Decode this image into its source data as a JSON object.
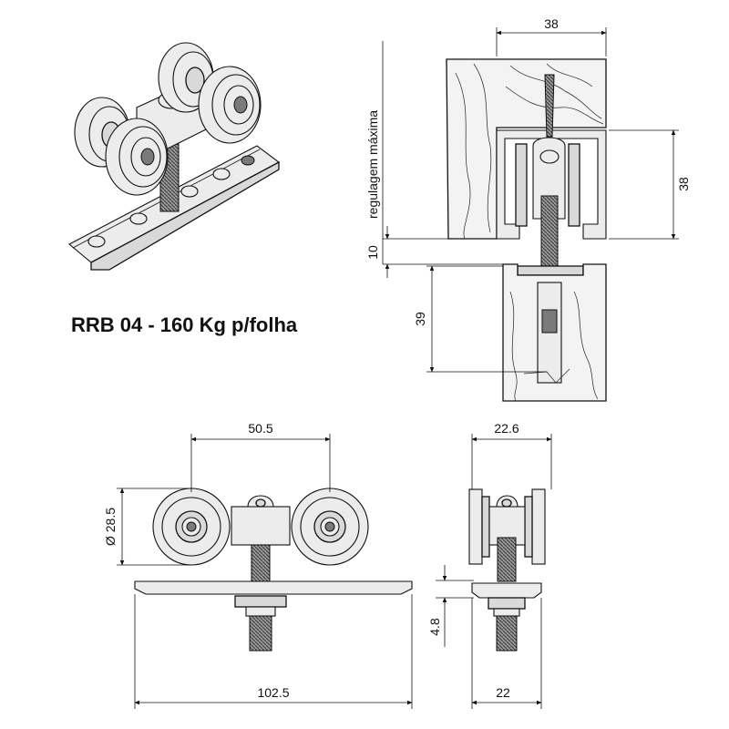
{
  "title": "RRB 04 - 160 Kg p/folha",
  "section_view": {
    "width_top": "38",
    "height_right": "38",
    "regulation_label": "regulagem máxima",
    "regulation_value": "10",
    "lower_height": "39"
  },
  "front_view": {
    "wheel_spacing": "50.5",
    "wheel_diameter": "Ø 28.5",
    "plate_length": "102.5"
  },
  "side_view": {
    "top_width": "22.6",
    "nut_height": "4.8",
    "bottom_width": "22"
  }
}
